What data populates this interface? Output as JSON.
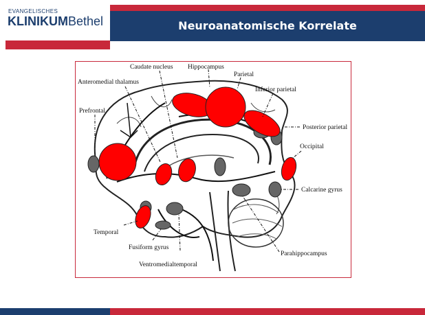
{
  "header": {
    "logo_top": "EVANGELISCHES",
    "logo_bold": "KLINIKUM",
    "logo_light": "Bethel",
    "title": "Neuroanatomische Korrelate"
  },
  "figure": {
    "labels": {
      "caudate_nucleus": "Caudate nucleus",
      "hippocampus": "Hippocampus",
      "parietal": "Parietal",
      "anteromedial_thalamus": "Anteromedial thalamus",
      "inferior_parietal": "Inferior parietal",
      "prefrontal": "Prefrontal",
      "posterior_parietal": "Posterior parietal",
      "occipital": "Occipital",
      "calcarine_gyrus": "Calcarine gyrus",
      "temporal": "Temporal",
      "fusiform_gyrus": "Fusiform gyrus",
      "parahippocampus": "Parahippocampus",
      "ventromedialtemporal": "Ventromedialtemporal"
    }
  },
  "colors": {
    "brand_blue": "#1c3e6e",
    "brand_red": "#c8283a",
    "region_red": "#ff0000",
    "region_gray": "#666666"
  }
}
